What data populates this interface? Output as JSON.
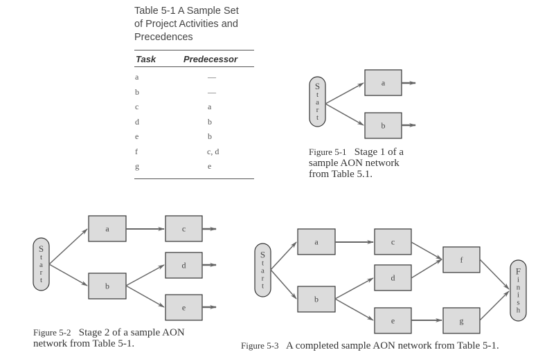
{
  "table": {
    "title_line1": "Table 5-1   A Sample Set",
    "title_line2": "of Project Activities and",
    "title_line3": "Precedences",
    "headers": {
      "task": "Task",
      "predecessor": "Predecessor"
    },
    "rows": [
      {
        "task": "a",
        "predecessor": "—"
      },
      {
        "task": "b",
        "predecessor": "—"
      },
      {
        "task": "c",
        "predecessor": "a"
      },
      {
        "task": "d",
        "predecessor": "b"
      },
      {
        "task": "e",
        "predecessor": "b"
      },
      {
        "task": "f",
        "predecessor": "c, d"
      },
      {
        "task": "g",
        "predecessor": "e"
      }
    ]
  },
  "figures": {
    "fig1": {
      "caption_num": "Figure 5-1",
      "caption_line1": "Stage 1 of a",
      "caption_line2": "sample AON network",
      "caption_line3": "from Table 5.1.",
      "nodes": {
        "start": "Start",
        "a": "a",
        "b": "b"
      }
    },
    "fig2": {
      "caption_num": "Figure 5-2",
      "caption_line1": "Stage 2 of a sample AON",
      "caption_line2": "network from Table 5-1.",
      "nodes": {
        "start": "Start",
        "a": "a",
        "b": "b",
        "c": "c",
        "d": "d",
        "e": "e"
      }
    },
    "fig3": {
      "caption_num": "Figure 5-3",
      "caption_text": "A completed sample AON network from Table 5-1.",
      "nodes": {
        "start": "Start",
        "a": "a",
        "b": "b",
        "c": "c",
        "d": "d",
        "e": "e",
        "f": "f",
        "g": "g",
        "finish": "Finish"
      }
    }
  },
  "colors": {
    "node_fill": "#dcdcdc",
    "node_stroke": "#333333",
    "arrow": "#666666"
  }
}
